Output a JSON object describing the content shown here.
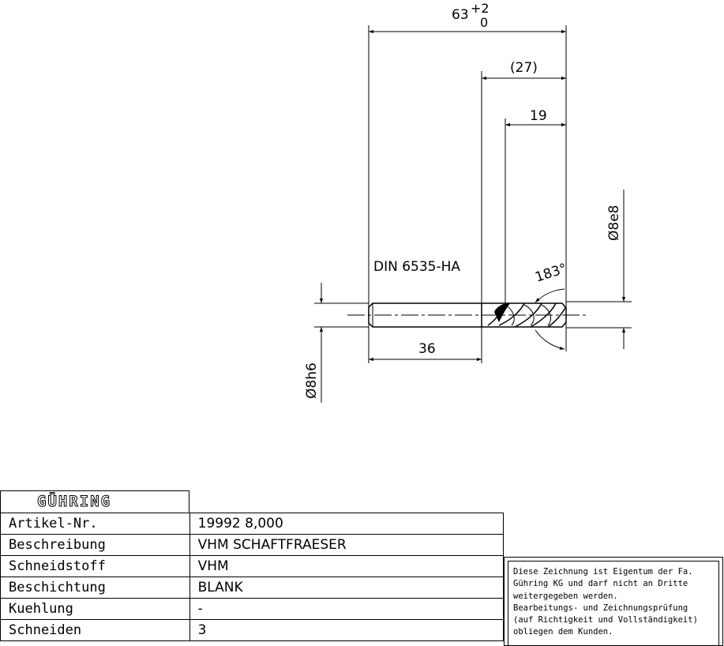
{
  "drawing": {
    "total_length": "63",
    "tolerance_upper": "+2",
    "tolerance_lower": "0",
    "flute_length": "(27)",
    "cut_length": "19",
    "shank_length": "36",
    "standard": "DIN 6535-HA",
    "cutting_diameter": "Ø8e8",
    "shank_diameter": "Ø8h6",
    "angle": "183°"
  },
  "title_block": {
    "logo": "GÜHRING",
    "rows": [
      {
        "label": "Artikel-Nr.",
        "value": "19992 8,000"
      },
      {
        "label": "Beschreibung",
        "value": "VHM SCHAFTFRAESER"
      },
      {
        "label": "Schneidstoff",
        "value": "VHM"
      },
      {
        "label": "Beschichtung",
        "value": "BLANK"
      },
      {
        "label": "Kuehlung",
        "value": "-"
      },
      {
        "label": "Schneiden",
        "value": "3"
      }
    ]
  },
  "notice": {
    "lines": [
      "Diese Zeichnung ist Eigentum der Fa.",
      "Gühring KG und darf nicht an Dritte",
      "weitergegeben werden.",
      "Bearbeitungs- und Zeichnungsprüfung",
      "(auf Richtigkeit und Vollständigkeit)",
      "obliegen dem Kunden."
    ]
  }
}
